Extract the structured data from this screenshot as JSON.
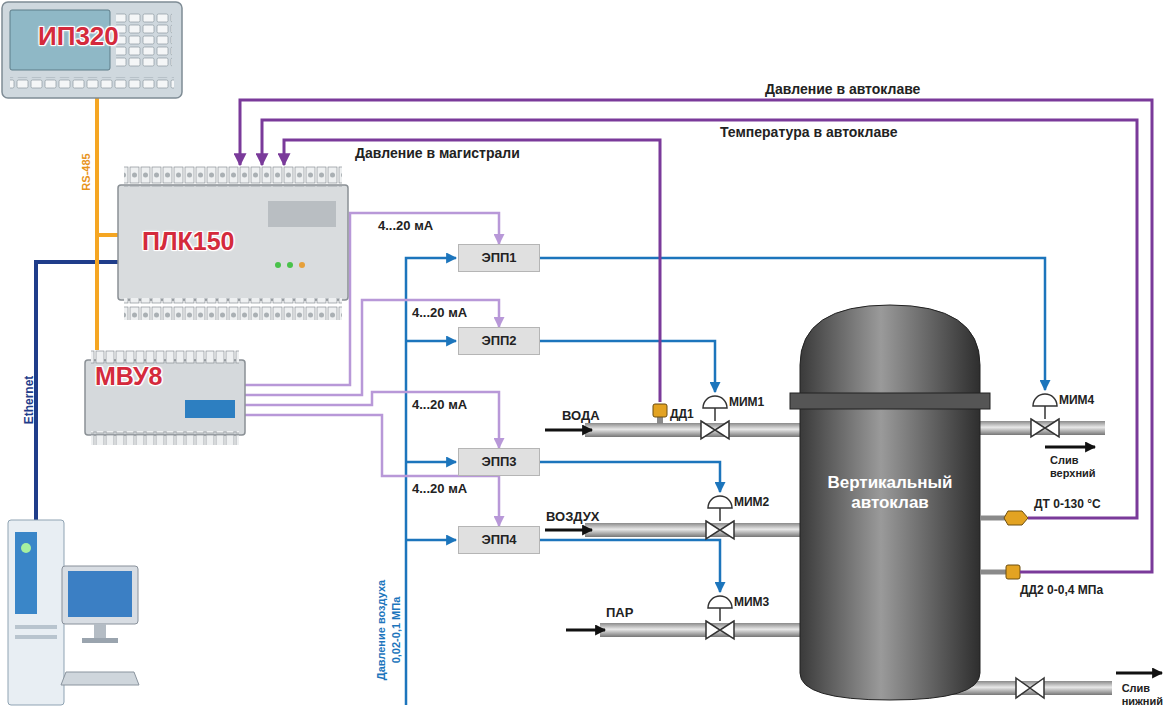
{
  "diagram": {
    "nodes": [
      {
        "text": [
          "ИП320"
        ]
      },
      {
        "text": [
          "ПЛК150"
        ]
      },
      {
        "text": [
          "МВУ8"
        ]
      },
      {
        "text": [
          "ЭПП1"
        ]
      },
      {
        "text": [
          "ЭПП2"
        ]
      },
      {
        "text": [
          "ЭПП3"
        ]
      },
      {
        "text": [
          "ЭПП4"
        ]
      },
      {
        "text": [
          "МИМ1"
        ]
      },
      {
        "text": [
          "МИМ4"
        ]
      },
      {
        "text": [
          "МИМ2"
        ]
      },
      {
        "text": [
          "МИМ3"
        ]
      },
      {
        "text": [
          "ДД1"
        ]
      },
      {
        "text": [
          "Вертикальный автоклав"
        ]
      },
      {
        "text": [
          "ДТ 0-130 °C"
        ]
      },
      {
        "text": [
          "ДД2 0-0,4 МПа"
        ]
      }
    ],
    "edges": [
      {
        "from": 0,
        "to": 1,
        "arrow": "none",
        "label": "RS-485"
      },
      {
        "from": 0,
        "to": 2,
        "arrow": "none"
      },
      {
        "from": 2,
        "to": 3,
        "arrow": "to",
        "label": "4...20 мА"
      },
      {
        "from": 2,
        "to": 4,
        "arrow": "to",
        "label": "4...20 мА"
      },
      {
        "from": 2,
        "to": 5,
        "arrow": "to",
        "label": "4...20 мА"
      },
      {
        "from": 2,
        "to": 6,
        "arrow": "to",
        "label": "4...20 мА"
      },
      {
        "from": 3,
        "to": 8,
        "arrow": "to"
      },
      {
        "from": 4,
        "to": 7,
        "arrow": "to"
      },
      {
        "from": 5,
        "to": 9,
        "arrow": "to"
      },
      {
        "from": 6,
        "to": 10,
        "arrow": "to"
      },
      {
        "from": 14,
        "to": 1,
        "arrow": "to",
        "label": "Давление в автоклаве"
      },
      {
        "from": 13,
        "to": 1,
        "arrow": "to",
        "label": "Температура в автоклаве"
      },
      {
        "from": 11,
        "to": 1,
        "arrow": "to",
        "label": "Давление в магистрали"
      }
    ],
    "labels": [
      "Ethernet",
      "ВОДА",
      "ВОЗДУХ",
      "ПАР",
      "Слив верхний",
      "Слив нижний",
      "Давление воздуха",
      "0,02-0,1 МПа"
    ]
  }
}
